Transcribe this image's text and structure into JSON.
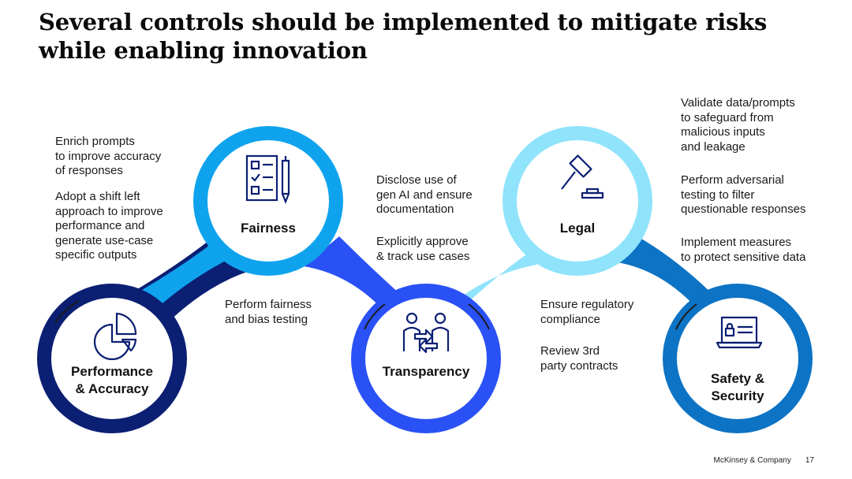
{
  "title": {
    "line1": "Several controls should be implemented to mitigate risks",
    "line2": "while enabling innovation"
  },
  "nodes": [
    {
      "id": "performance",
      "label": "Performance\n& Accuracy",
      "color": "#0b1f73",
      "icon": "pie-chart-icon"
    },
    {
      "id": "fairness",
      "label": "Fairness",
      "color": "#0fa3ee",
      "icon": "checklist-icon"
    },
    {
      "id": "transparency",
      "label": "Transparency",
      "color": "#2a51f5",
      "icon": "people-exchange-icon"
    },
    {
      "id": "legal",
      "label": "Legal",
      "color": "#8fe3fb",
      "icon": "gavel-icon"
    },
    {
      "id": "safety",
      "label": "Safety &\nSecurity",
      "color": "#0d73c4",
      "icon": "laptop-lock-icon"
    }
  ],
  "texts": {
    "enrich": "Enrich prompts\nto improve accuracy\nof responses",
    "shift_left": "Adopt a shift left\napproach to improve\nperformance and\ngenerate use-case\nspecific outputs",
    "fairness_testing": "Perform fairness\nand bias testing",
    "disclose": "Disclose use of\ngen AI and ensure\ndocumentation",
    "approve": "Explicitly approve\n& track use cases",
    "regulatory": "Ensure regulatory\ncompliance",
    "contracts": "Review 3rd\nparty contracts",
    "validate": "Validate data/prompts\nto safeguard from\nmalicious inputs\nand leakage",
    "adversarial": "Perform adversarial\ntesting to filter\nquestionable responses",
    "protect": "Implement measures\nto protect sensitive data"
  },
  "footer": {
    "company": "McKinsey & Company",
    "page": "17"
  }
}
